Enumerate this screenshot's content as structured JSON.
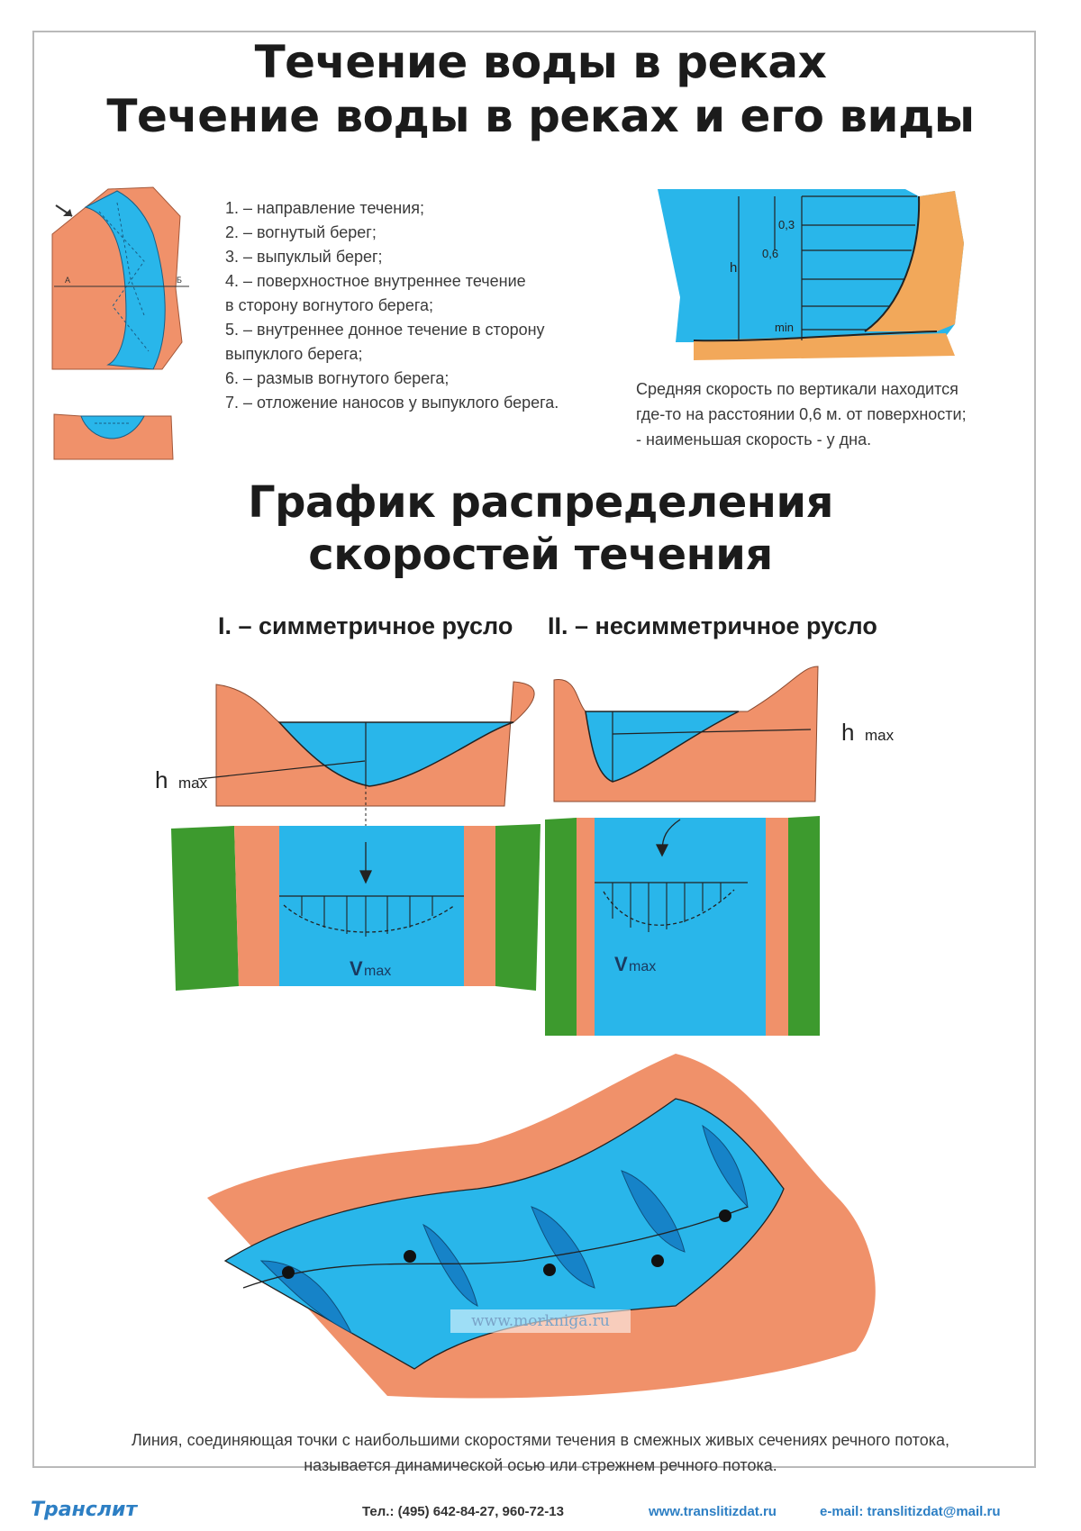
{
  "title": {
    "line1": "Течение воды в реках",
    "line2": "Течение воды в реках и его виды"
  },
  "legend": [
    "1. – направление течения;",
    "2. – вогнутый берег;",
    "3. – выпуклый берег;",
    "4. – поверхностное внутреннее течение",
    "в сторону вогнутого берега;",
    "5. – внутреннее донное течение в сторону",
    "выпуклого берега;",
    "6. – размыв вогнутого берега;",
    "7. – отложение наносов у выпуклого берега."
  ],
  "vertical_profile": {
    "label_h": "h",
    "label_03": "0,3",
    "label_06": "0,6",
    "label_min": "min",
    "note": [
      "Средняя скорость по вертикали находится",
      "где-то на расстоянии 0,6 м. от поверхности;",
      "- наименьшая скорость - у дна."
    ]
  },
  "graph_title": {
    "line1": "График распределения",
    "line2": "скоростей течения"
  },
  "channel_symmetric": {
    "label": "I. – симметричное русло",
    "h_label": "h",
    "h_sub": "max",
    "v_label": "V",
    "v_sub": "max"
  },
  "channel_asymmetric": {
    "label": "II. – несимметричное русло",
    "h_label": "h",
    "h_sub": "max",
    "v_label": "V",
    "v_sub": "max"
  },
  "bend_labels": {
    "A": "A",
    "B": "Б"
  },
  "bottom_note": [
    "Линия, соединяющая точки с наибольшими скоростями течения в смежных живых сечениях речного потока,",
    "называется динамической осью или стрежнем речного потока."
  ],
  "watermark": "www.morkniga.ru",
  "footer": {
    "logo": "Транслит",
    "phone": "Тел.: (495) 642-84-27, 960-72-13",
    "site": "www.translitizdat.ru",
    "email": "e-mail: translitizdat@mail.ru"
  },
  "colors": {
    "water": "#29b6ea",
    "water_deep": "#1683c8",
    "bank": "#f0916a",
    "sand": "#f2a85a",
    "grass": "#3d9a2e",
    "text": "#222222"
  }
}
